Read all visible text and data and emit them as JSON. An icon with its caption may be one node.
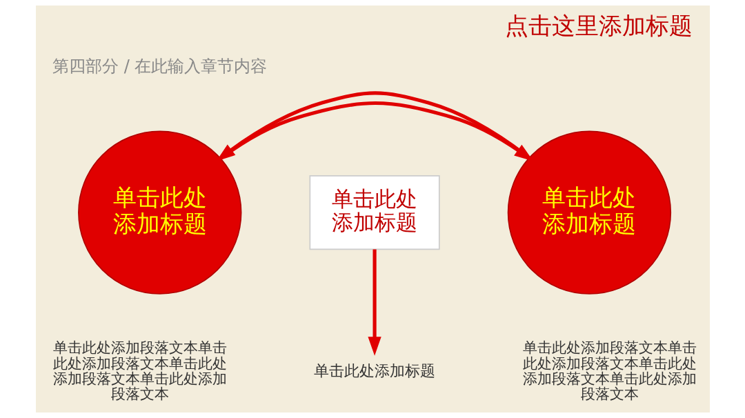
{
  "diagram": {
    "title": "点击这里添加标题",
    "nodes": [
      {
        "text": [
          "单击此处添加标题"
        ],
        "beside": [
          "单击此处添加段落文本单击此处添加段落文本单击此处添加段落文本单击此处添加段落文本"
        ]
      },
      {
        "text": [
          "单击此处添加标题"
        ]
      },
      {
        "text": [
          "单击此处添加标题"
        ],
        "beside": [
          "单击此处添加段落文本单击此处添加段落文本单击此处添加段落文本单击此处添加段落文本"
        ]
      },
      {
        "text": [
          "单击此处添加标题"
        ]
      }
    ],
    "edges": [
      {
        "from": 0,
        "to": 2,
        "arrow": "to"
      },
      {
        "from": 2,
        "to": 0,
        "arrow": "to"
      },
      {
        "from": 1,
        "to": 3,
        "arrow": "to"
      }
    ],
    "labels": [
      "第四部分 / 在此输入章节内容"
    ]
  }
}
